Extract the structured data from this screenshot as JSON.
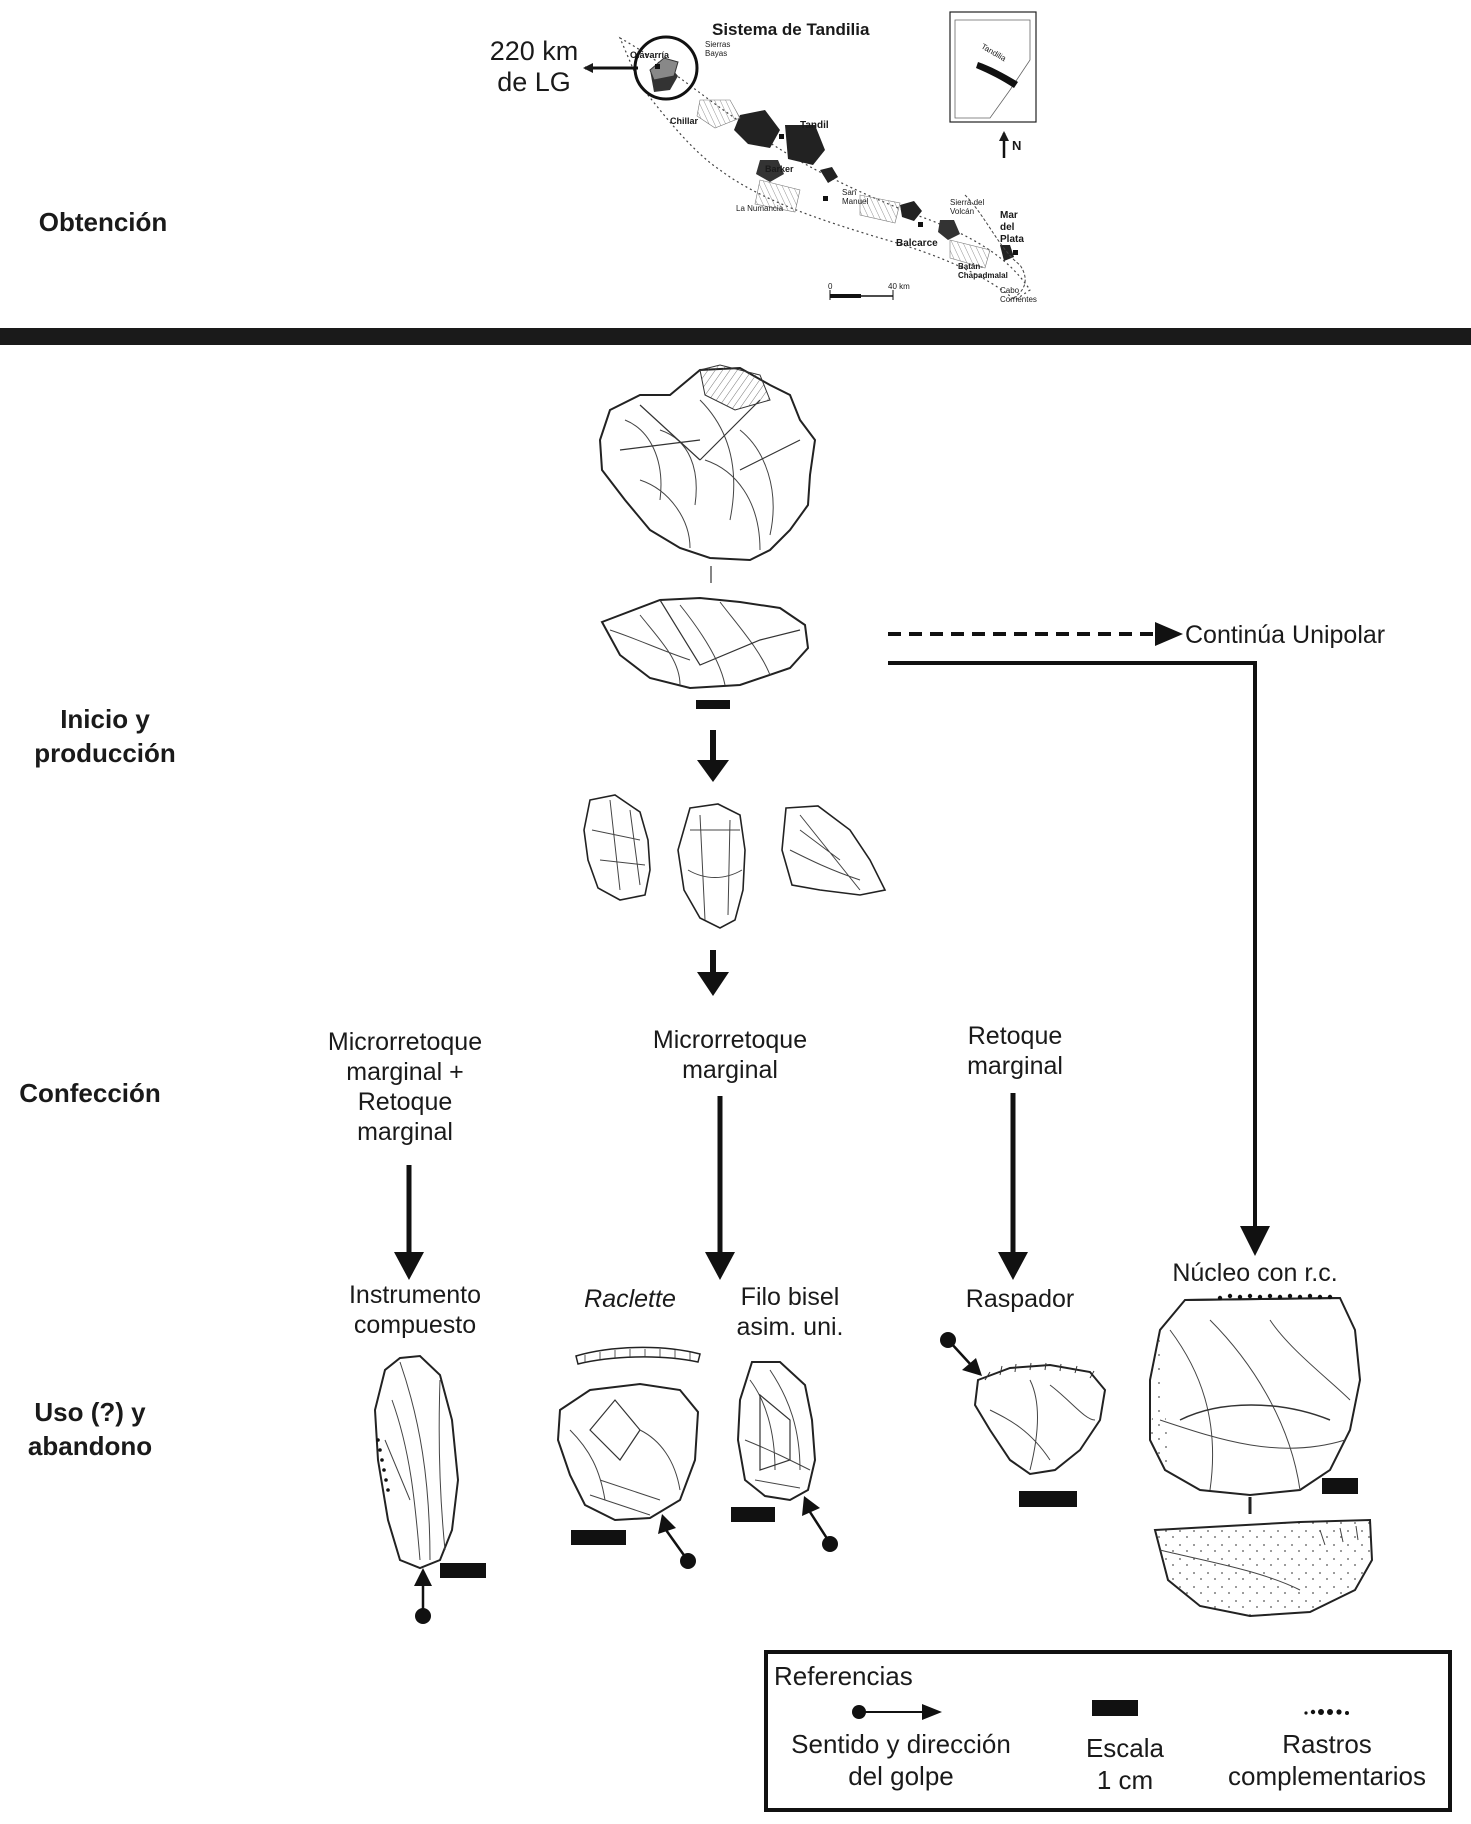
{
  "stages": {
    "obtencion": "Obtención",
    "inicio_1": "Inicio y",
    "inicio_2": "producción",
    "confeccion": "Confección",
    "uso_1": "Uso (?) y",
    "uso_2": "abandono"
  },
  "map": {
    "title": "Sistema de Tandilia",
    "distance_1": "220 km",
    "distance_2": "de LG",
    "places": {
      "olavarria": "Olavarría",
      "sierras_bayas": "Sierras Bayas",
      "chillar": "Chillar",
      "tandil": "Tandil",
      "barker": "Barker",
      "san_manuel": "San Manuel",
      "la_numancia": "La Numancia",
      "sierra_volcan": "Sierra del Volcán",
      "mar_del_plata": "Mar del Plata",
      "balcarce": "Balcarce",
      "batan": "Batán-Chapadmalal",
      "cabo_corrientes": "Cabo Corrientes"
    },
    "scale_0": "0",
    "scale_40": "40 km",
    "inset_label": "Tandilia",
    "north": "N"
  },
  "flow": {
    "continua": "Continúa Unipolar",
    "conf_left_1": "Microrretoque",
    "conf_left_2": "marginal +",
    "conf_left_3": "Retoque",
    "conf_left_4": "marginal",
    "conf_mid_1": "Microrretoque",
    "conf_mid_2": "marginal",
    "conf_right_1": "Retoque",
    "conf_right_2": "marginal"
  },
  "tools": {
    "instrumento_1": "Instrumento",
    "instrumento_2": "compuesto",
    "raclette": "Raclette",
    "filo_1": "Filo bisel",
    "filo_2": "asim. uni.",
    "raspador": "Raspador",
    "nucleo": "Núcleo con r.c."
  },
  "legend": {
    "title": "Referencias",
    "golpe_1": "Sentido y dirección",
    "golpe_2": "del golpe",
    "escala_1": "Escala",
    "escala_2": "1 cm",
    "rastros_1": "Rastros",
    "rastros_2": "complementarios"
  }
}
